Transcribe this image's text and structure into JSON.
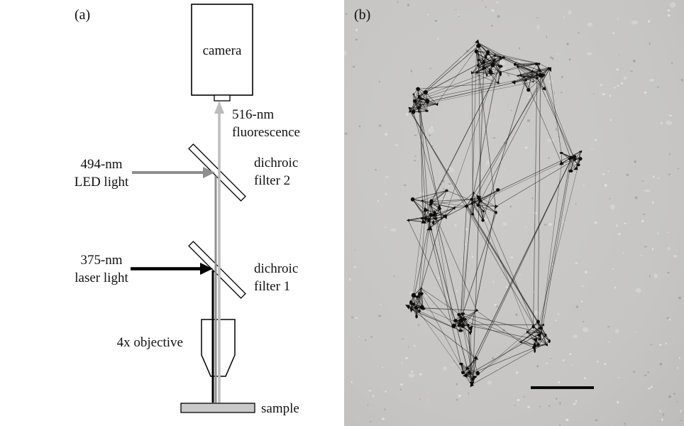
{
  "figure": {
    "panel_a_label": "(a)",
    "panel_b_label": "(b)"
  },
  "diagram": {
    "camera": "camera",
    "fluorescence_l1": "516-nm",
    "fluorescence_l2": "fluorescence",
    "dichroic2_l1": "dichroic",
    "dichroic2_l2": "filter 2",
    "led_l1": "494-nm",
    "led_l2": "LED light",
    "laser_l1": "375-nm",
    "laser_l2": "laser light",
    "dichroic1_l1": "dichroic",
    "dichroic1_l2": "filter 1",
    "objective": "4x objective",
    "sample": "sample"
  },
  "colors": {
    "fluorescence_beam_gray": "#bcbcbc",
    "led_beam_gray": "#8f8f8f",
    "laser_black": "#000000",
    "micrograph_background": "#c6c5c3",
    "ink": "#111111"
  }
}
